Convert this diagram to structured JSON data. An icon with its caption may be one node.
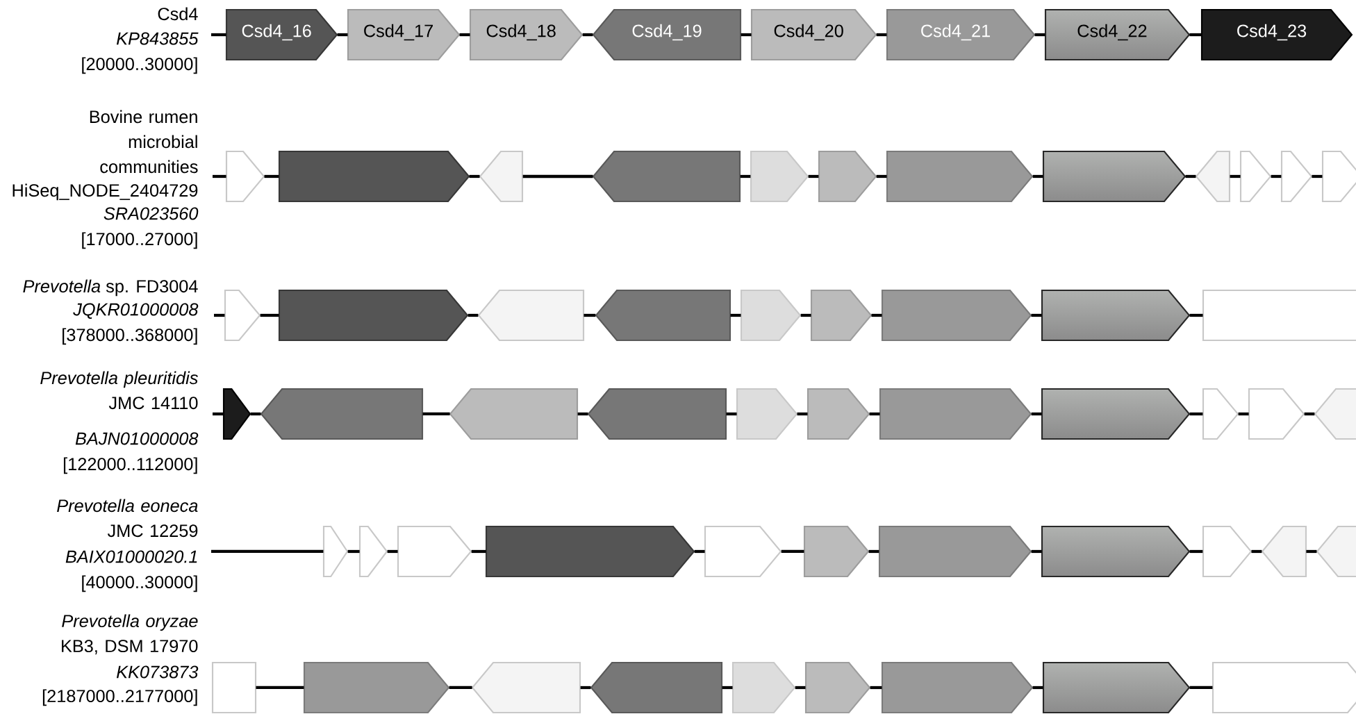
{
  "diagram": {
    "nodes": [
      {
        "text": [
          "Csd4_16"
        ]
      },
      {
        "text": [
          "Csd4_17"
        ]
      },
      {
        "text": [
          "Csd4_18"
        ]
      },
      {
        "text": [
          "Csd4_19"
        ]
      },
      {
        "text": [
          "Csd4_20"
        ]
      },
      {
        "text": [
          "Csd4_21"
        ]
      },
      {
        "text": [
          "Csd4_22"
        ]
      },
      {
        "text": [
          "Csd4_23"
        ]
      },
      {
        "text": [],
        "shape": "arrow"
      },
      {
        "text": [],
        "shape": "arrow"
      },
      {
        "text": [],
        "shape": "arrow"
      },
      {
        "text": [],
        "shape": "arrow"
      },
      {
        "text": [],
        "shape": "arrow"
      },
      {
        "text": [],
        "shape": "arrow"
      },
      {
        "text": [],
        "shape": "arrow"
      },
      {
        "text": [],
        "shape": "arrow"
      },
      {
        "text": [],
        "shape": "arrow"
      },
      {
        "text": [],
        "shape": "arrow"
      },
      {
        "text": [],
        "shape": "arrow"
      },
      {
        "text": [],
        "shape": "arrow"
      },
      {
        "text": [],
        "shape": "arrow"
      },
      {
        "text": [],
        "shape": "arrow"
      },
      {
        "text": [],
        "shape": "arrow"
      },
      {
        "text": [],
        "shape": "arrow"
      },
      {
        "text": [],
        "shape": "arrow"
      },
      {
        "text": [],
        "shape": "arrow"
      },
      {
        "text": [],
        "shape": "arrow"
      },
      {
        "text": [],
        "shape": "arrow"
      },
      {
        "text": [],
        "shape": "box"
      },
      {
        "text": [],
        "shape": "arrow"
      },
      {
        "text": [],
        "shape": "arrow"
      },
      {
        "text": [],
        "shape": "arrow"
      },
      {
        "text": [],
        "shape": "arrow"
      },
      {
        "text": [],
        "shape": "arrow"
      },
      {
        "text": [],
        "shape": "arrow"
      },
      {
        "text": [],
        "shape": "arrow"
      },
      {
        "text": [],
        "shape": "arrow"
      },
      {
        "text": [],
        "shape": "arrow"
      },
      {
        "text": [],
        "shape": "arrow"
      },
      {
        "text": [],
        "shape": "arrow"
      },
      {
        "text": [],
        "shape": "arrow"
      },
      {
        "text": [],
        "shape": "arrow"
      },
      {
        "text": [],
        "shape": "arrow"
      },
      {
        "text": [],
        "shape": "arrow"
      },
      {
        "text": [],
        "shape": "arrow"
      },
      {
        "text": [],
        "shape": "arrow"
      },
      {
        "text": [],
        "shape": "arrow"
      },
      {
        "text": [],
        "shape": "arrow"
      },
      {
        "text": [],
        "shape": "arrow"
      },
      {
        "text": [],
        "shape": "arrow"
      },
      {
        "text": [],
        "shape": "arrow"
      },
      {
        "text": [],
        "shape": "box"
      },
      {
        "text": [],
        "shape": "arrow"
      },
      {
        "text": [],
        "shape": "arrow"
      },
      {
        "text": [],
        "shape": "arrow"
      },
      {
        "text": [],
        "shape": "arrow"
      },
      {
        "text": [],
        "shape": "arrow"
      },
      {
        "text": [],
        "shape": "arrow"
      },
      {
        "text": [],
        "shape": "arrow"
      },
      {
        "text": [],
        "shape": "arrow"
      }
    ],
    "edges": [
      {
        "from": null,
        "to": 0,
        "arrow": "none"
      },
      {
        "from": 0,
        "to": 1,
        "arrow": "none"
      },
      {
        "from": 1,
        "to": 2,
        "arrow": "none"
      },
      {
        "from": 2,
        "to": 3,
        "arrow": "none"
      },
      {
        "from": 3,
        "to": 4,
        "arrow": "none"
      },
      {
        "from": 4,
        "to": 5,
        "arrow": "none"
      },
      {
        "from": 5,
        "to": 6,
        "arrow": "none"
      },
      {
        "from": 6,
        "to": 7,
        "arrow": "none"
      },
      {
        "from": null,
        "to": 8,
        "arrow": "none"
      },
      {
        "from": 8,
        "to": 9,
        "arrow": "none"
      },
      {
        "from": 9,
        "to": 10,
        "arrow": "none"
      },
      {
        "from": 10,
        "to": 11,
        "arrow": "none"
      },
      {
        "from": 11,
        "to": 12,
        "arrow": "none"
      },
      {
        "from": 12,
        "to": 13,
        "arrow": "none"
      },
      {
        "from": 13,
        "to": 14,
        "arrow": "none"
      },
      {
        "from": 14,
        "to": 15,
        "arrow": "none"
      },
      {
        "from": 15,
        "to": 16,
        "arrow": "none"
      },
      {
        "from": 16,
        "to": 17,
        "arrow": "none"
      },
      {
        "from": 17,
        "to": 18,
        "arrow": "none"
      },
      {
        "from": 18,
        "to": 19,
        "arrow": "none"
      },
      {
        "from": null,
        "to": 20,
        "arrow": "none"
      },
      {
        "from": 20,
        "to": 21,
        "arrow": "none"
      },
      {
        "from": 21,
        "to": 22,
        "arrow": "none"
      },
      {
        "from": 22,
        "to": 23,
        "arrow": "none"
      },
      {
        "from": 23,
        "to": 24,
        "arrow": "none"
      },
      {
        "from": 24,
        "to": 25,
        "arrow": "none"
      },
      {
        "from": 25,
        "to": 26,
        "arrow": "none"
      },
      {
        "from": 26,
        "to": 27,
        "arrow": "none"
      },
      {
        "from": 27,
        "to": 28,
        "arrow": "none"
      },
      {
        "from": null,
        "to": 29,
        "arrow": "none"
      },
      {
        "from": 29,
        "to": 30,
        "arrow": "none"
      },
      {
        "from": 30,
        "to": 31,
        "arrow": "none"
      },
      {
        "from": 31,
        "to": 32,
        "arrow": "none"
      },
      {
        "from": 32,
        "to": 33,
        "arrow": "none"
      },
      {
        "from": 33,
        "to": 34,
        "arrow": "none"
      },
      {
        "from": 34,
        "to": 35,
        "arrow": "none"
      },
      {
        "from": 35,
        "to": 36,
        "arrow": "none"
      },
      {
        "from": 36,
        "to": 37,
        "arrow": "none"
      },
      {
        "from": 37,
        "to": 38,
        "arrow": "none"
      },
      {
        "from": 38,
        "to": 39,
        "arrow": "none"
      },
      {
        "from": null,
        "to": 40,
        "arrow": "none"
      },
      {
        "from": 40,
        "to": 41,
        "arrow": "none"
      },
      {
        "from": 41,
        "to": 42,
        "arrow": "none"
      },
      {
        "from": 42,
        "to": 43,
        "arrow": "none"
      },
      {
        "from": 43,
        "to": 44,
        "arrow": "none"
      },
      {
        "from": 44,
        "to": 45,
        "arrow": "none"
      },
      {
        "from": 45,
        "to": 46,
        "arrow": "none"
      },
      {
        "from": 46,
        "to": 47,
        "arrow": "none"
      },
      {
        "from": 47,
        "to": 48,
        "arrow": "none"
      },
      {
        "from": 48,
        "to": 49,
        "arrow": "none"
      },
      {
        "from": 49,
        "to": 50,
        "arrow": "none"
      },
      {
        "from": 51,
        "to": 52,
        "arrow": "none"
      },
      {
        "from": 52,
        "to": 53,
        "arrow": "none"
      },
      {
        "from": 53,
        "to": 54,
        "arrow": "none"
      },
      {
        "from": 54,
        "to": 55,
        "arrow": "none"
      },
      {
        "from": 55,
        "to": 56,
        "arrow": "none"
      },
      {
        "from": 56,
        "to": 57,
        "arrow": "none"
      },
      {
        "from": 57,
        "to": 58,
        "arrow": "none"
      },
      {
        "from": 58,
        "to": 59,
        "arrow": "none"
      }
    ],
    "labels": [
      "Csd4",
      "KP843855",
      "[20000..30000]",
      "Bovine rumen microbial communities",
      "HiSeq_NODE_2404729",
      "SRA023560",
      "[17000..27000]",
      "*Prevotella* sp. FD3004",
      "JQKR01000008",
      "[378000..368000]",
      "*Prevotella pleuritidis* JMC 14110",
      "BAJN01000008",
      "[122000..112000]",
      "*Prevotella eoneca* JMC 12259",
      "BAIX01000020.1",
      "[40000..30000]",
      "*Prevotella oryzae* KB3, DSM 17970",
      "KK073873",
      "[2187000..2177000]"
    ]
  }
}
